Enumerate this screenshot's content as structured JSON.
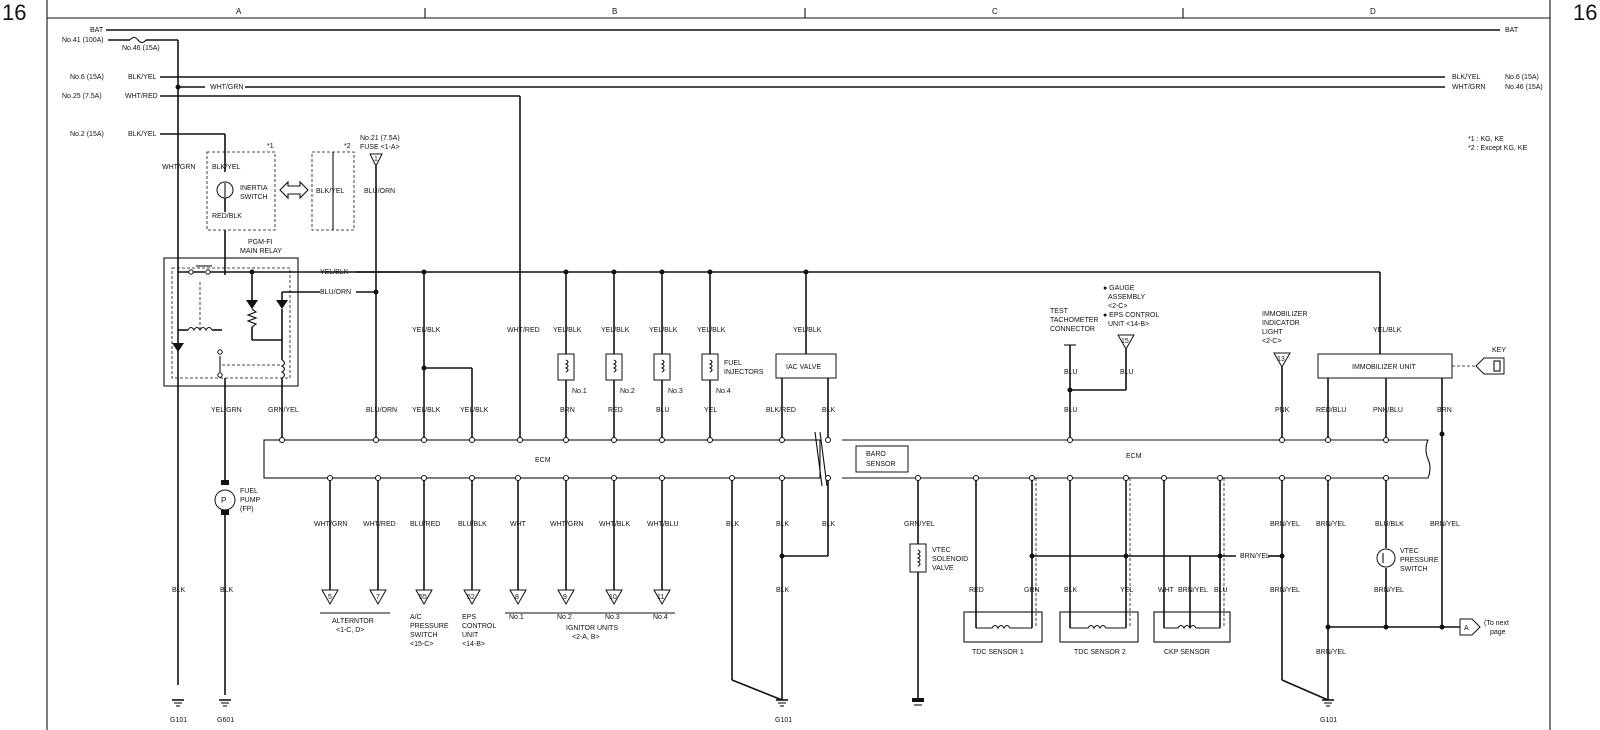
{
  "page": {
    "number": "16"
  },
  "columns": [
    "A",
    "B",
    "C",
    "D"
  ],
  "notes": [
    "*1 : KG, KE",
    "*2 : Except KG, KE"
  ],
  "supply": {
    "bat": "BAT",
    "fuse41": "No.41 (100A)",
    "fuse46": "No.46 (15A)",
    "fuse6": "No.6 (15A)",
    "fuse25": "No.25 (7.5A)",
    "fuse2": "No.2 (15A)",
    "fuse21": "No.21 (7.5A)",
    "fuse21_ref": "FUSE <1-A>",
    "fuse6_r": "No.6 (15A)",
    "fuse46_r": "No.46 (15A)"
  },
  "wires": {
    "blk_yel": "BLK/YEL",
    "wht_grn": "WHT/GRN",
    "wht_red": "WHT/RED",
    "yel_blk": "YEL/BLK",
    "blu_orn": "BLU/ORN",
    "red_blk": "RED/BLK",
    "yel_grn": "YEL/GRN",
    "grn_yel": "GRN/YEL",
    "brn": "BRN",
    "red": "RED",
    "blu": "BLU",
    "yel": "YEL",
    "blk_red": "BLK/RED",
    "blk": "BLK",
    "blu_red": "BLU/RED",
    "blu_blk": "BLU/BLK",
    "wht": "WHT",
    "wht_blk": "WHT/BLK",
    "wht_blu": "WHT/BLU",
    "pnk": "PNK",
    "red_blu": "RED/BLU",
    "pnk_blu": "PNK/BLU",
    "brn_yel": "BRN/YEL",
    "grn": "GRN"
  },
  "components": {
    "star1": "*1",
    "star2": "*2",
    "inertia": [
      "INERTIA",
      "SWITCH"
    ],
    "relay": [
      "PGM-FI",
      "MAIN RELAY"
    ],
    "fuel_pump": [
      "FUEL",
      "PUMP",
      "(FP)"
    ],
    "pump_symbol": "P",
    "ecm": "ECM",
    "baro": [
      "BARO",
      "SENSOR"
    ],
    "iac": "IAC VALVE",
    "fuel_inj": [
      "FUEL",
      "INJECTORS"
    ],
    "inj_no": [
      "No.1",
      "No.2",
      "No.3",
      "No.4"
    ],
    "test_tach": [
      "TEST",
      "TACHOMETER",
      "CONNECTOR"
    ],
    "gauge": [
      "● GAUGE",
      "ASSEMBLY",
      "<2-C>",
      "● EPS CONTROL",
      "UNIT <14-B>"
    ],
    "immob_light": [
      "IMMOBILIZER",
      "INDICATOR",
      "LIGHT",
      "<2-C>"
    ],
    "immob_unit": "IMMOBILIZER UNIT",
    "key": "KEY",
    "vtec_sol": [
      "VTEC",
      "SOLENOID",
      "VALVE"
    ],
    "vtec_ps": [
      "VTEC",
      "PRESSURE",
      "SWITCH"
    ],
    "tdc1": "TDC SENSOR 1",
    "tdc2": "TDC SENSOR 2",
    "ckp": "CKP SENSOR",
    "alternator": [
      "ALTERNTOR",
      "<1-C, D>"
    ],
    "ac_ps": [
      "A/C",
      "PRESSURE",
      "SWITCH",
      "<15-C>"
    ],
    "eps": [
      "EPS",
      "CONTROL",
      "UNIT",
      "<14-B>"
    ],
    "ignitor": [
      "IGNITOR UNITS",
      "<2-A, B>"
    ],
    "next_page": [
      "(To next",
      "page"
    ],
    "conn_a": "A"
  },
  "connectors": {
    "c1": "1",
    "c5": "5",
    "c7": "7",
    "c55": "55",
    "c52": "52",
    "c8": "8",
    "c9": "9",
    "c10": "10",
    "c11": "11",
    "c15": "15",
    "c13": "13"
  },
  "grounds": [
    "G101",
    "G601",
    "G101",
    "G101"
  ]
}
